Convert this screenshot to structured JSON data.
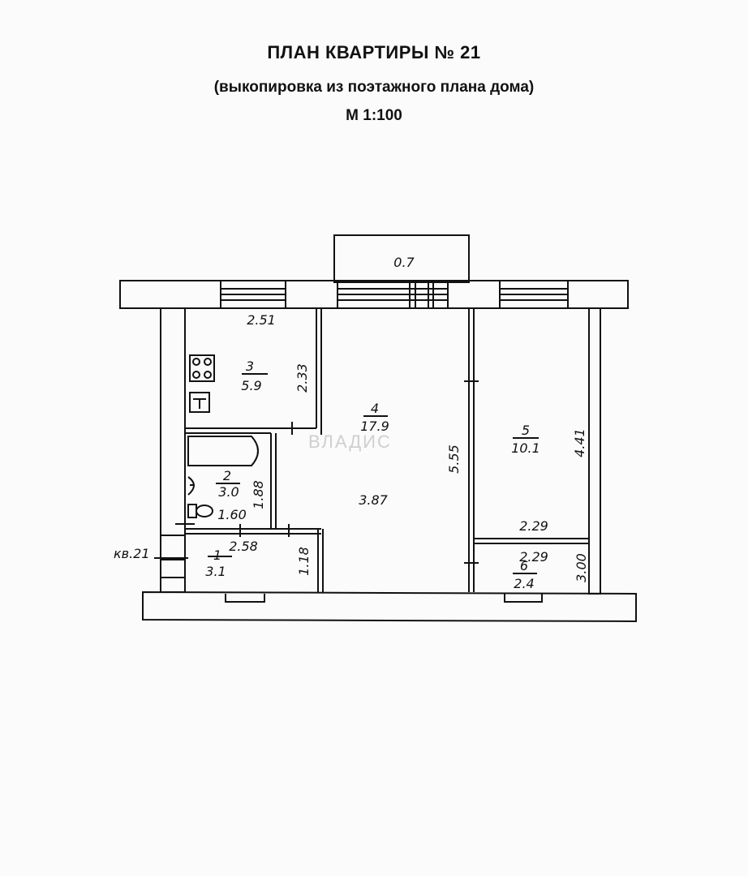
{
  "header": {
    "title": "ПЛАН КВАРТИРЫ № 21",
    "subtitle": "(выкопировка из поэтажного плана дома)",
    "scale": "М 1:100"
  },
  "rooms": [
    {
      "number": "1",
      "area": "3.1"
    },
    {
      "number": "2",
      "area": "3.0"
    },
    {
      "number": "3",
      "area": "5.9"
    },
    {
      "number": "4",
      "area": "17.9"
    },
    {
      "number": "5",
      "area": "10.1"
    },
    {
      "number": "6",
      "area": "2.4"
    }
  ],
  "dimensions": {
    "balcony": "0.7",
    "kitchen_width": "2.51",
    "kitchen_depth": "2.33",
    "bath_depth": "1.88",
    "bath_width": "1.60",
    "hall_width": "2.58",
    "hall_depth": "1.18",
    "living_depth": "5.55",
    "living_width": "3.87",
    "bedroom_depth": "4.41",
    "bedroom_width": "2.29",
    "storage_width": "2.29",
    "storage_depth": "3.00"
  },
  "apartment_label": "кв.21",
  "watermark": "ВЛАДИС"
}
